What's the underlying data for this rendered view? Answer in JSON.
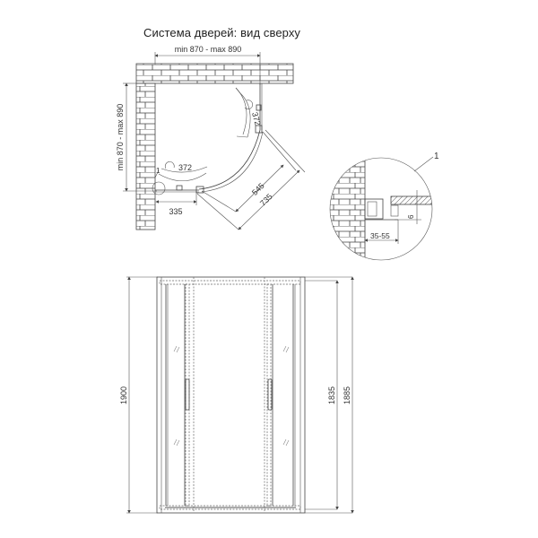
{
  "title": "Система дверей: вид сверху",
  "top_view": {
    "width_label": "min 870 - max 890",
    "depth_label": "min 870 - max 890",
    "door_swing_left": "372",
    "door_swing_right": "372",
    "offset_label": "335",
    "inner_diag_label": "545",
    "outer_diag_label": "735",
    "detail_marker": "1"
  },
  "detail_view": {
    "callout": "1",
    "profile_adjust_label": "35-55",
    "glass_thickness_label": "6"
  },
  "front_view": {
    "total_height_label": "1900",
    "door_height_label": "1835",
    "panel_height_label": "1885"
  }
}
